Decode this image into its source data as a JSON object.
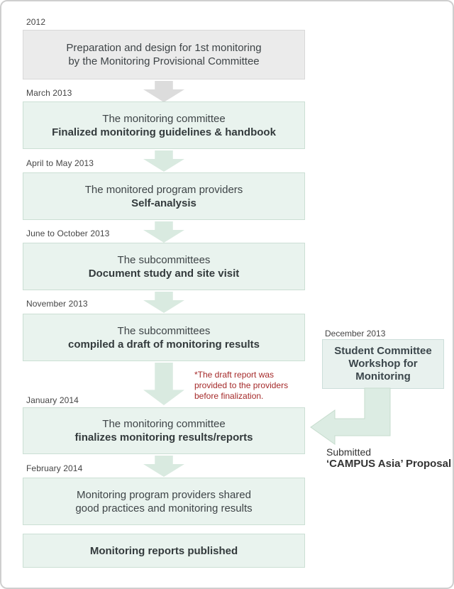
{
  "title": "Monitoring process timeline flowchart",
  "colors": {
    "container_border": "#cfcfcf",
    "gray_box_bg": "#ebebeb",
    "green_box_bg": "#e9f3ee",
    "green_box_border": "#cbdfd4",
    "arrow_green": "#d9eae0",
    "arrow_gray": "#dcdcdc",
    "note_red": "#a52a2a",
    "text_dark": "#3e4447"
  },
  "steps": [
    {
      "date": "2012",
      "line1": "Preparation and design for 1st monitoring",
      "line2": "by the Monitoring Provisional Committee"
    },
    {
      "date": "March 2013",
      "line1": "The monitoring committee",
      "line2": "Finalized monitoring guidelines & handbook"
    },
    {
      "date": "April to May 2013",
      "line1": "The monitored program providers",
      "line2": "Self-analysis"
    },
    {
      "date": "June to October 2013",
      "line1": "The subcommittees",
      "line2": "Document study and site visit"
    },
    {
      "date": "November 2013",
      "line1": "The subcommittees",
      "line2": "compiled a draft of monitoring results"
    },
    {
      "date": "January 2014",
      "line1": "The monitoring committee",
      "line2": "finalizes monitoring results/reports"
    },
    {
      "date": "February 2014",
      "line1": "Monitoring program providers shared",
      "line2": "good practices and monitoring results"
    },
    {
      "line1": "Monitoring reports published"
    }
  ],
  "note": {
    "line1": "*The draft report was",
    "line2": "provided to the providers",
    "line3": "before finalization."
  },
  "side_box": {
    "date": "December 2013",
    "line1": "Student Committee",
    "line2": "Workshop for",
    "line3": "Monitoring",
    "caption1": "Submitted",
    "caption2": "‘CAMPUS Asia’ Proposal"
  }
}
